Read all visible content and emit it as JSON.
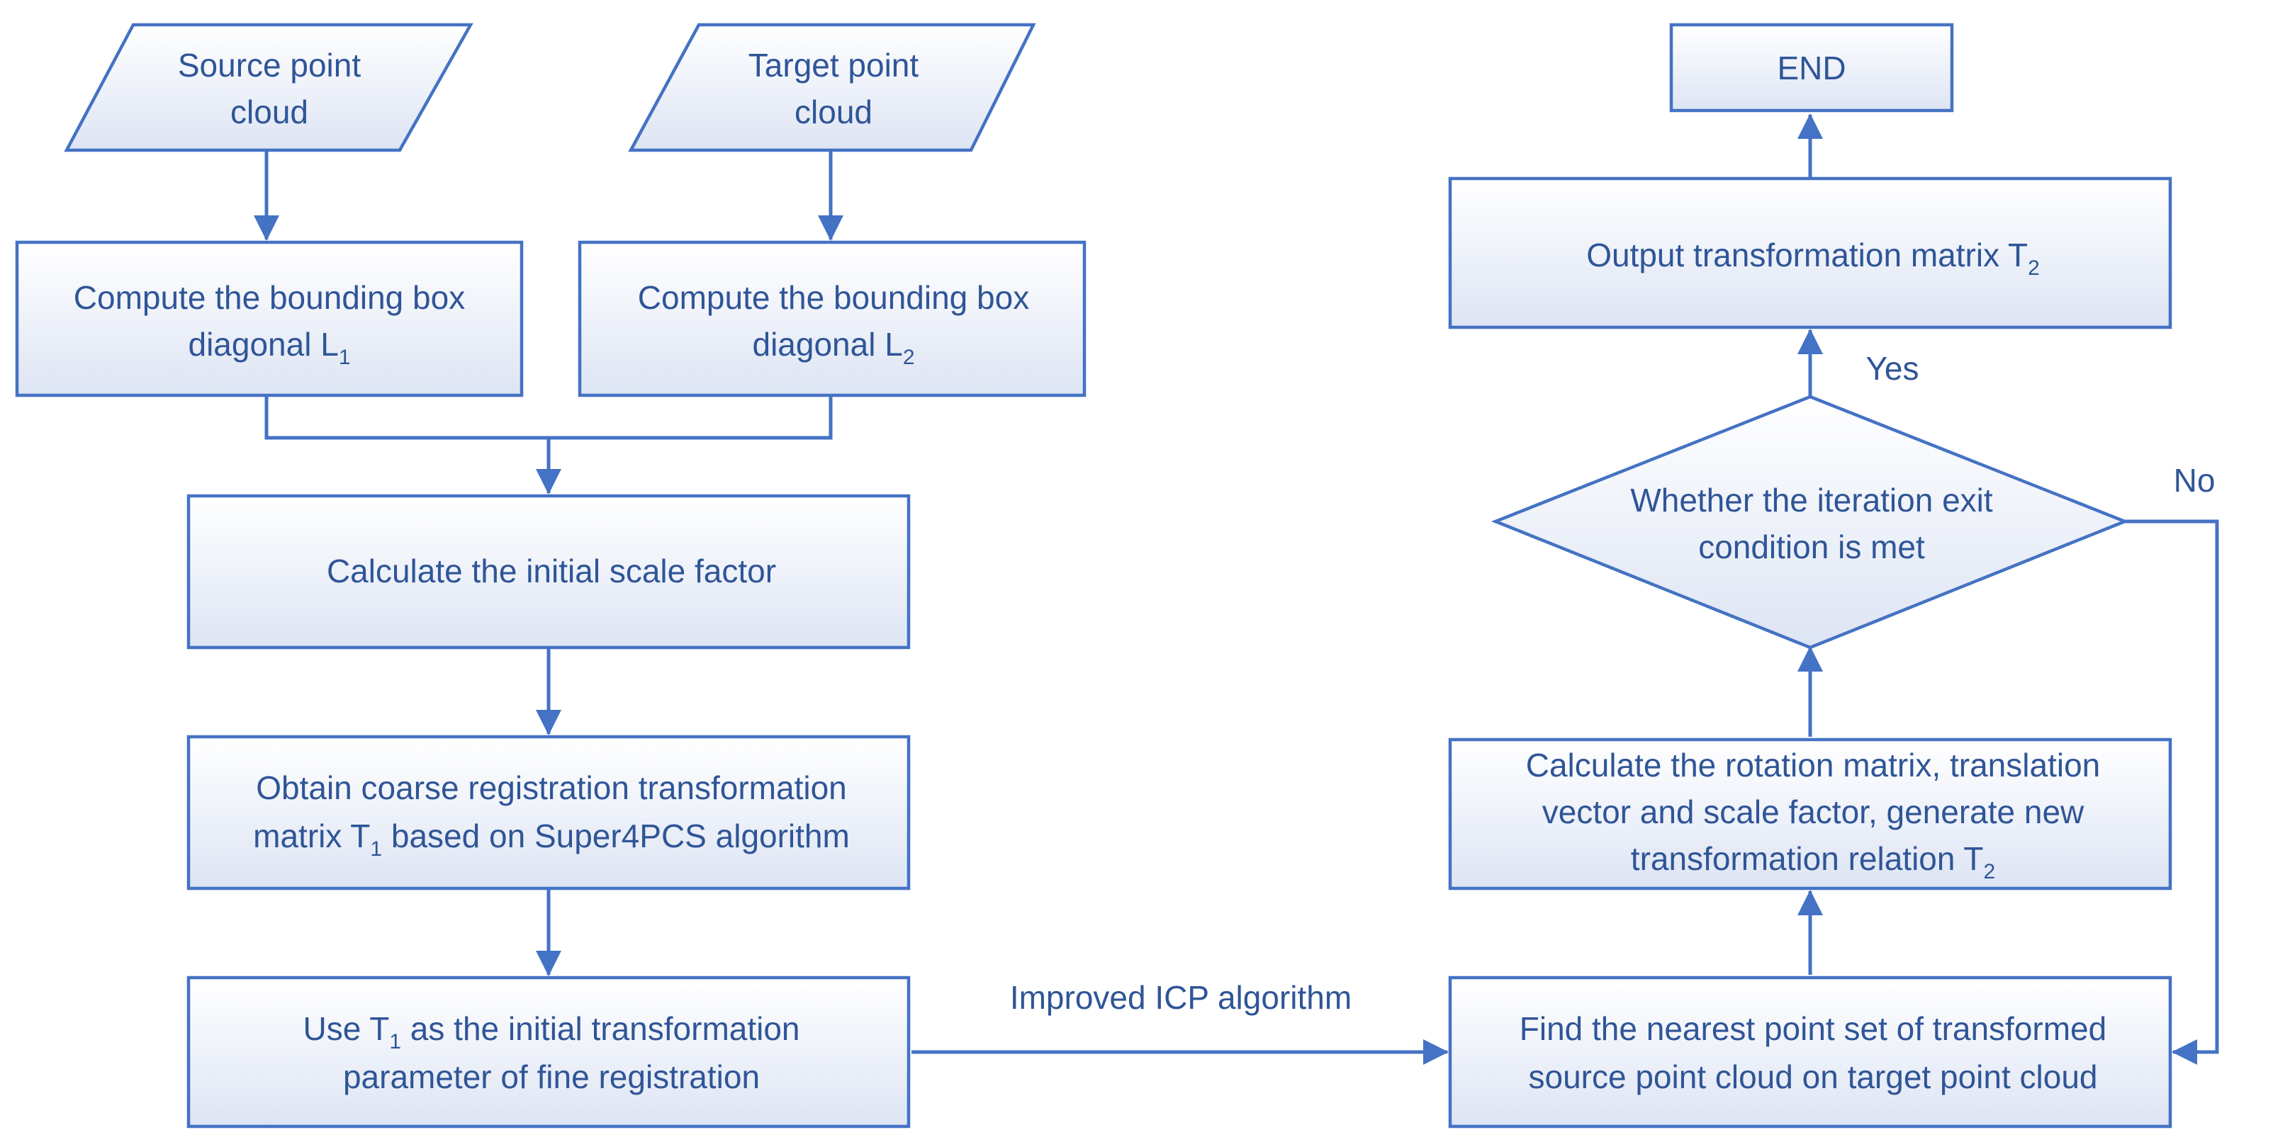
{
  "nodes": {
    "source_input": {
      "lines": [
        "Source point",
        "cloud"
      ]
    },
    "target_input": {
      "lines": [
        "Target point",
        "cloud"
      ]
    },
    "bbox_source": {
      "lines": [
        "Compute the bounding box",
        "diagonal L"
      ],
      "subscript": "1"
    },
    "bbox_target": {
      "lines": [
        "Compute the bounding box",
        "diagonal L"
      ],
      "subscript": "2"
    },
    "scale_factor": {
      "lines": [
        "Calculate the initial scale factor"
      ]
    },
    "coarse_reg": {
      "line1": "Obtain coarse registration transformation",
      "line2_pre": "matrix T",
      "subscript": "1",
      "line2_post": " based on Super4PCS algorithm"
    },
    "init_transform": {
      "line1_pre": "Use T",
      "subscript": "1",
      "line1_post": " as the initial transformation",
      "line2": "parameter of fine registration"
    },
    "nearest_point": {
      "lines": [
        "Find the nearest point set of transformed",
        "source point cloud on target point cloud"
      ]
    },
    "calc_rotation": {
      "line1": "Calculate the rotation matrix, translation",
      "line2": "vector and scale factor, generate new",
      "line3_pre": "transformation relation T",
      "subscript": "2"
    },
    "decision": {
      "lines": [
        "Whether the iteration exit",
        "condition is met"
      ]
    },
    "output": {
      "pre": "Output transformation matrix T",
      "subscript": "2"
    },
    "end": {
      "text": "END"
    }
  },
  "edges": {
    "improved_icp": "Improved ICP algorithm",
    "yes": "Yes",
    "no": "No"
  },
  "colors": {
    "stroke": "#4472c4",
    "text": "#2f5597",
    "fill_top": "#ffffff",
    "fill_bottom": "#dde4f3"
  }
}
